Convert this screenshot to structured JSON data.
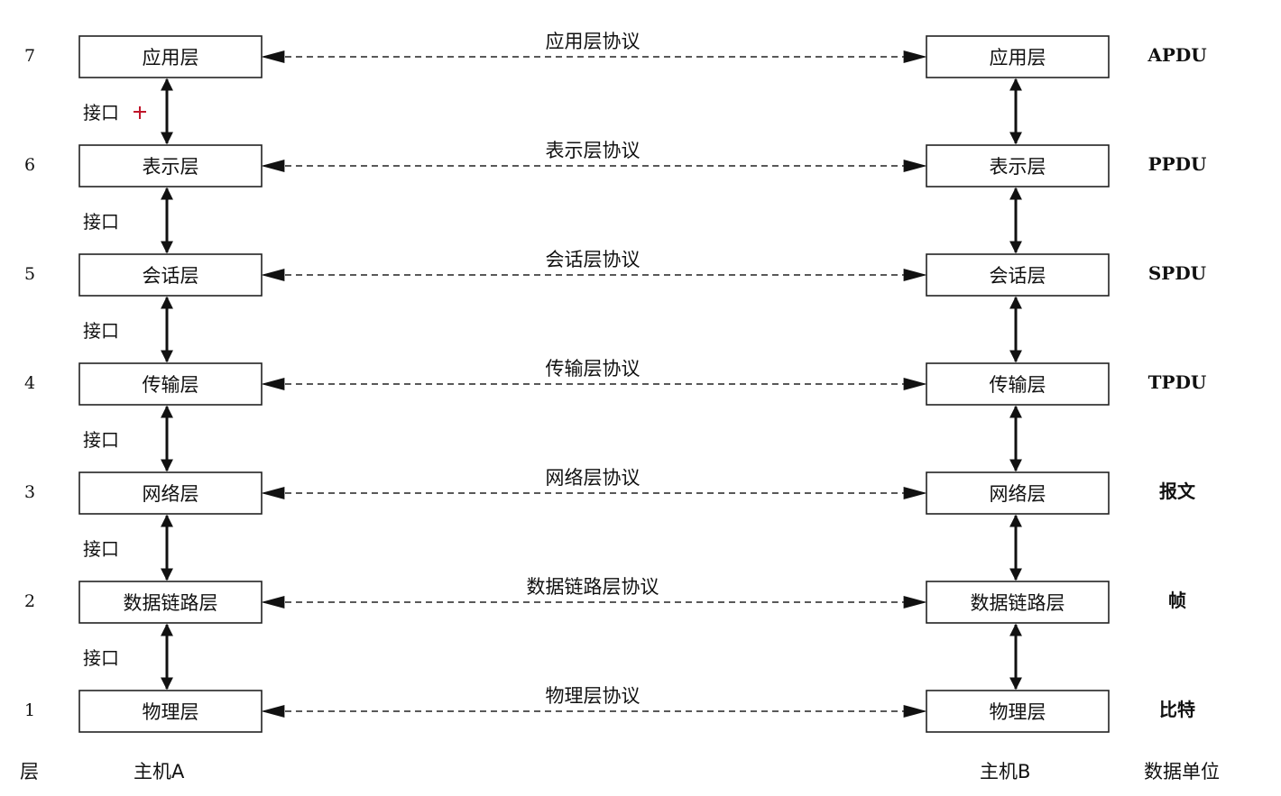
{
  "layers": [
    {
      "number": "7",
      "name": "应用层",
      "protocol": "应用层协议",
      "unit": "APDU"
    },
    {
      "number": "6",
      "name": "表示层",
      "protocol": "表示层协议",
      "unit": "PPDU"
    },
    {
      "number": "5",
      "name": "会话层",
      "protocol": "会话层协议",
      "unit": "SPDU"
    },
    {
      "number": "4",
      "name": "传输层",
      "protocol": "传输层协议",
      "unit": "TPDU"
    },
    {
      "number": "3",
      "name": "网络层",
      "protocol": "网络层协议",
      "unit": "报文"
    },
    {
      "number": "2",
      "name": "数据链路层",
      "protocol": "数据链路层协议",
      "unit": "帧"
    },
    {
      "number": "1",
      "name": "物理层",
      "protocol": "物理层协议",
      "unit": "比特"
    }
  ],
  "interface_label": "接口",
  "footer": {
    "layer_label": "层",
    "host_a": "主机A",
    "host_b": "主机B",
    "unit_label": "数据单位"
  }
}
